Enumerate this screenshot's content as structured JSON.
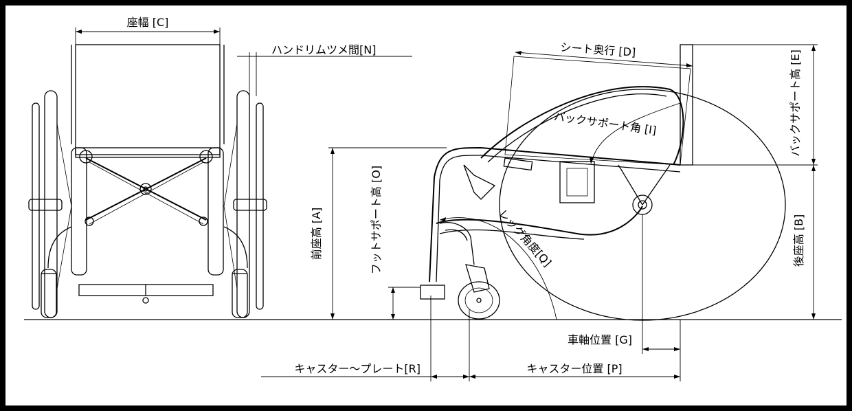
{
  "labels": {
    "seat_width": "座幅 [C]",
    "handrim_gap": "ハンドリムツメ間[N]",
    "seat_depth": "シート奥行 [D]",
    "back_support_height": "バックサポート高 [E]",
    "back_support_angle": "バックサポート角 [I]",
    "front_seat_height": "前座高 [A]",
    "foot_support_height": "フットサポート高 [O]",
    "leg_angle": "レッグ角度[Q]",
    "rear_seat_height": "後座高 [B]",
    "axle_position": "車軸位置 [G]",
    "caster_to_plate": "キャスター〜プレート[R]",
    "caster_position": "キャスター位置 [P]"
  }
}
